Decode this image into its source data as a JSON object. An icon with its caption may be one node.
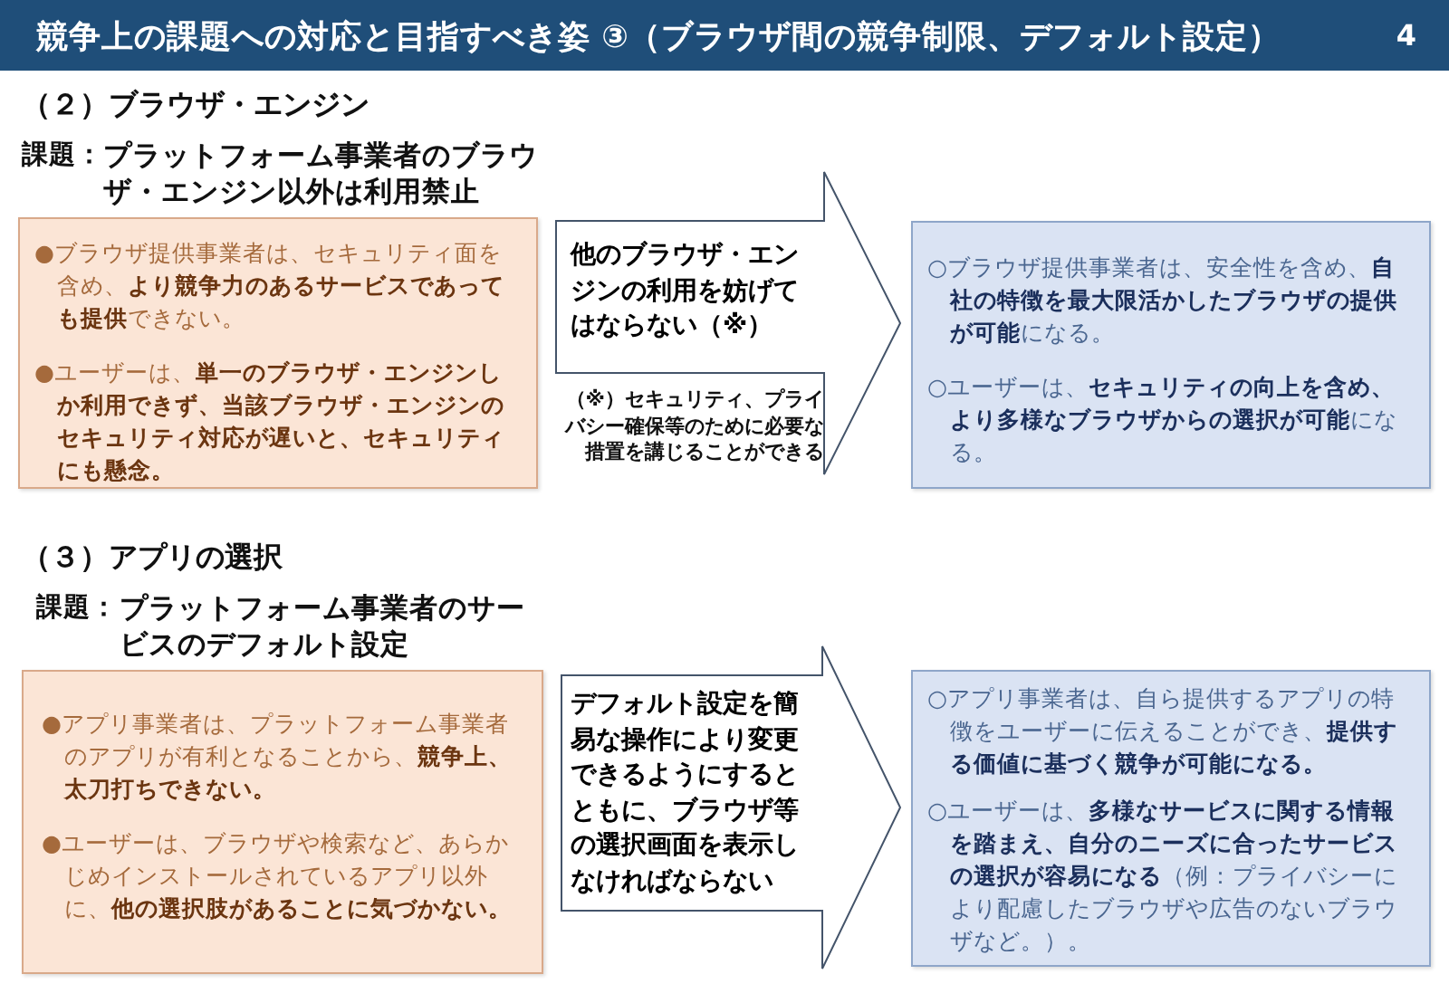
{
  "diagram": {
    "title": "競争上の課題への対応と目指すべき姿 ③（ブラウザ間の競争制限、デフォルト設定）",
    "nodes": [
      {
        "text": [
          "●ブラウザ提供事業者は、セキュリティ面を含め、**より競争力のあるサービスであっても提供**できない。",
          "●ユーザーは、**単一のブラウザ・エンジンしか利用できず、当該ブラウザ・エンジンのセキュリティ対応が遅いと、セキュリティにも懸念。**"
        ]
      },
      {
        "text": [
          "○ブラウザ提供事業者は、安全性を含め、**自社の特徴を最大限活かしたブラウザの提供が可能**になる。",
          "○ユーザーは、**セキュリティの向上を含め、より多様なブラウザからの選択が可能**になる。"
        ]
      },
      {
        "text": [
          "●アプリ事業者は、プラットフォーム事業者のアプリが有利となることから、**競争上、太刀打ちできない。**",
          "●ユーザーは、ブラウザや検索など、あらかじめインストールされているアプリ以外に、**他の選択肢があることに気づかない。**"
        ]
      },
      {
        "text": [
          "○アプリ事業者は、自ら提供するアプリの特徴をユーザーに伝えることができ、**提供する価値に基づく競争が可能になる。**",
          "○ユーザーは、**多様なサービスに関する情報を踏まえ、自分のニーズに合ったサービスの選択が容易になる**（例：プライバシーにより配慮したブラウザや広告のないブラウザなど。）。"
        ]
      }
    ],
    "edges": [
      {
        "from": 0,
        "to": 1,
        "arrow": "to",
        "label": "他のブラウザ・エンジンの利用を妨げてはならない（※）"
      },
      {
        "from": 2,
        "to": 3,
        "arrow": "to",
        "label": "デフォルト設定を簡易な操作により変更できるようにするとともに、ブラウザ等の選択画面を表示しなければならない"
      }
    ],
    "labels": [
      "4",
      "（２）ブラウザ・エンジン",
      "課題：",
      "プラットフォーム事業者のブラウザ・エンジン以外は利用禁止",
      "（※）セキュリティ、プライバシー確保等のために必要な措置を講じることができる",
      "（３）アプリの選択",
      "課題：",
      "プラットフォーム事業者のサービスのデフォルト設定"
    ]
  }
}
